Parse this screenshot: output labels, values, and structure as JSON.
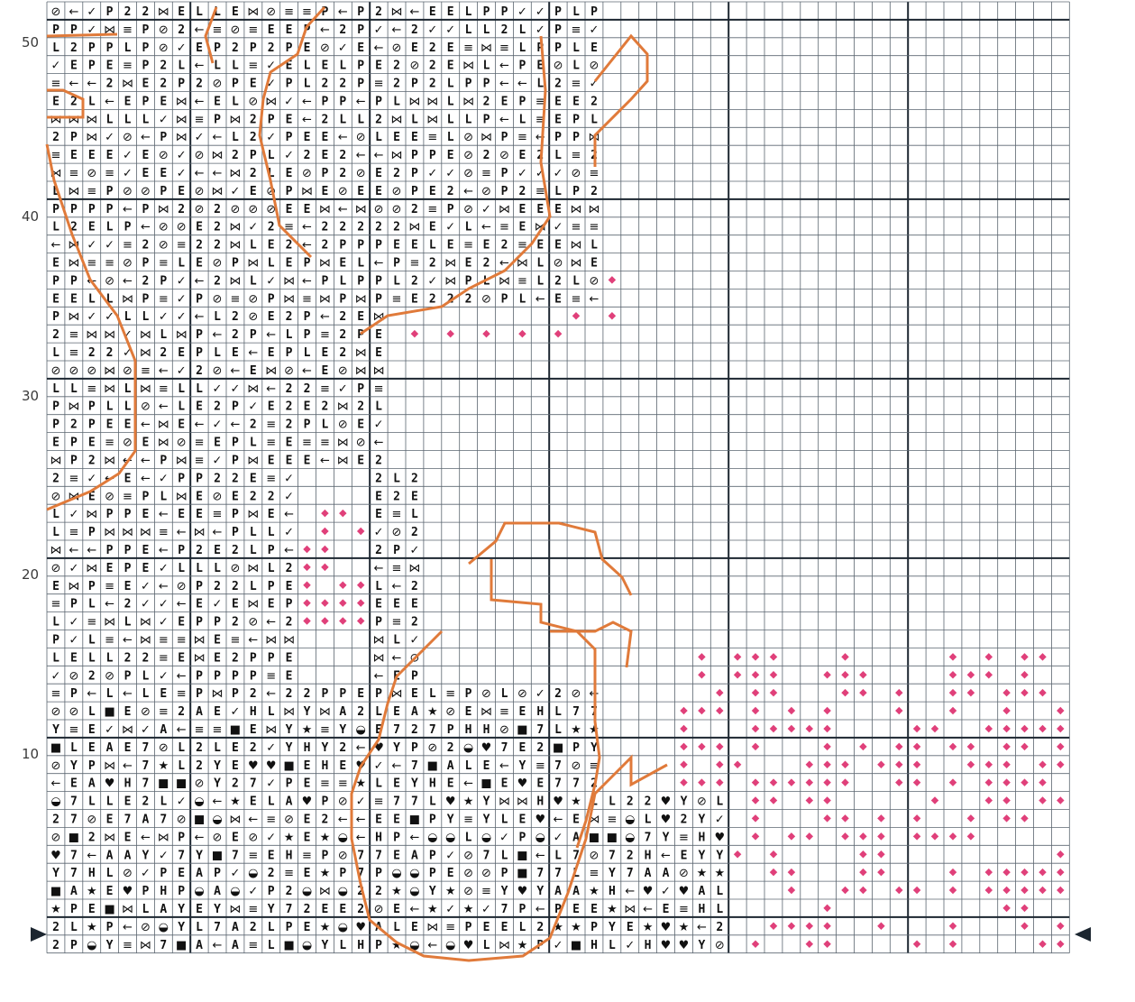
{
  "chart": {
    "row_numbers": [
      "50",
      "40",
      "30",
      "20",
      "10"
    ],
    "grid": {
      "columns": 57,
      "rows": 53
    },
    "colors": {
      "grid_line": "#5b6670",
      "major_line": "#1c2630",
      "outline": "#e07a3a",
      "pink_dot": "#e0407a",
      "blue_seven": "#2b3fd0",
      "red_y": "#d8203a",
      "cell_fill": "#ffffff"
    },
    "symbol_legend": [
      {
        "name": "half-bow-icon",
        "glyph": "⋈"
      },
      {
        "name": "left-arrow-icon",
        "glyph": "←"
      },
      {
        "name": "circle-slash-icon",
        "glyph": "⊘"
      },
      {
        "name": "check-icon",
        "glyph": "✓"
      },
      {
        "name": "triple-bar-icon",
        "glyph": "≡"
      },
      {
        "name": "star-icon",
        "glyph": "★"
      },
      {
        "name": "heart-icon",
        "glyph": "♥"
      },
      {
        "name": "half-circle-icon",
        "glyph": "◒"
      },
      {
        "name": "filled-square-icon",
        "glyph": "■"
      }
    ],
    "text_symbols": [
      "L",
      "2",
      "E",
      "P",
      "H",
      "A",
      "Y",
      "7"
    ],
    "markers": {
      "left": "left-pointer-marker",
      "right": "right-pointer-marker"
    }
  }
}
